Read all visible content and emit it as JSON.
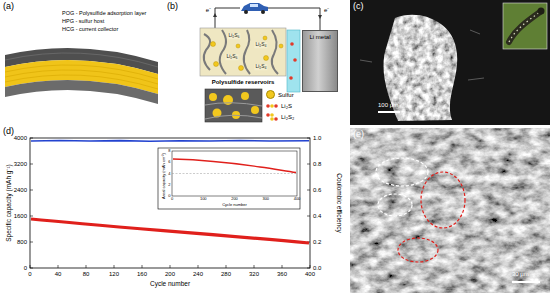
{
  "diagram": {
    "nodes": [
      {
        "text": [
          "Li metal"
        ]
      }
    ],
    "labels": [
      "(a)",
      "POG - Polysulfide adsorption layer",
      "HPG - sulfur host",
      "HCG - current collector",
      "(b)",
      "e⁻",
      "e⁻",
      "Li₂S₆",
      "Li₂S₄",
      "Li₂S₆",
      "Li₂S₄",
      "Polysulfide reservoirs",
      "(c)",
      "100 μm",
      "(d)",
      "0",
      "800",
      "1600",
      "2400",
      "3200",
      "4000",
      "Specific capacity (mAh g⁻¹)",
      "0",
      "40",
      "80",
      "120",
      "160",
      "200",
      "240",
      "280",
      "320",
      "360",
      "400",
      "Cycle number",
      "0.0",
      "0.2",
      "0.4",
      "0.6",
      "0.8",
      "1.0",
      "Coulombic efficiency",
      "Areal capacity (mAh cm⁻²)",
      "0",
      "2",
      "4",
      "6",
      "8",
      "0",
      "100",
      "200",
      "300",
      "400",
      "Cycle number",
      "(e)",
      "30 μm"
    ],
    "legend": [
      {
        "text": "Sulfur",
        "color": "#f2c81e"
      },
      {
        "text": "Li₂S"
      },
      {
        "text": "Li₂S₂"
      }
    ]
  }
}
